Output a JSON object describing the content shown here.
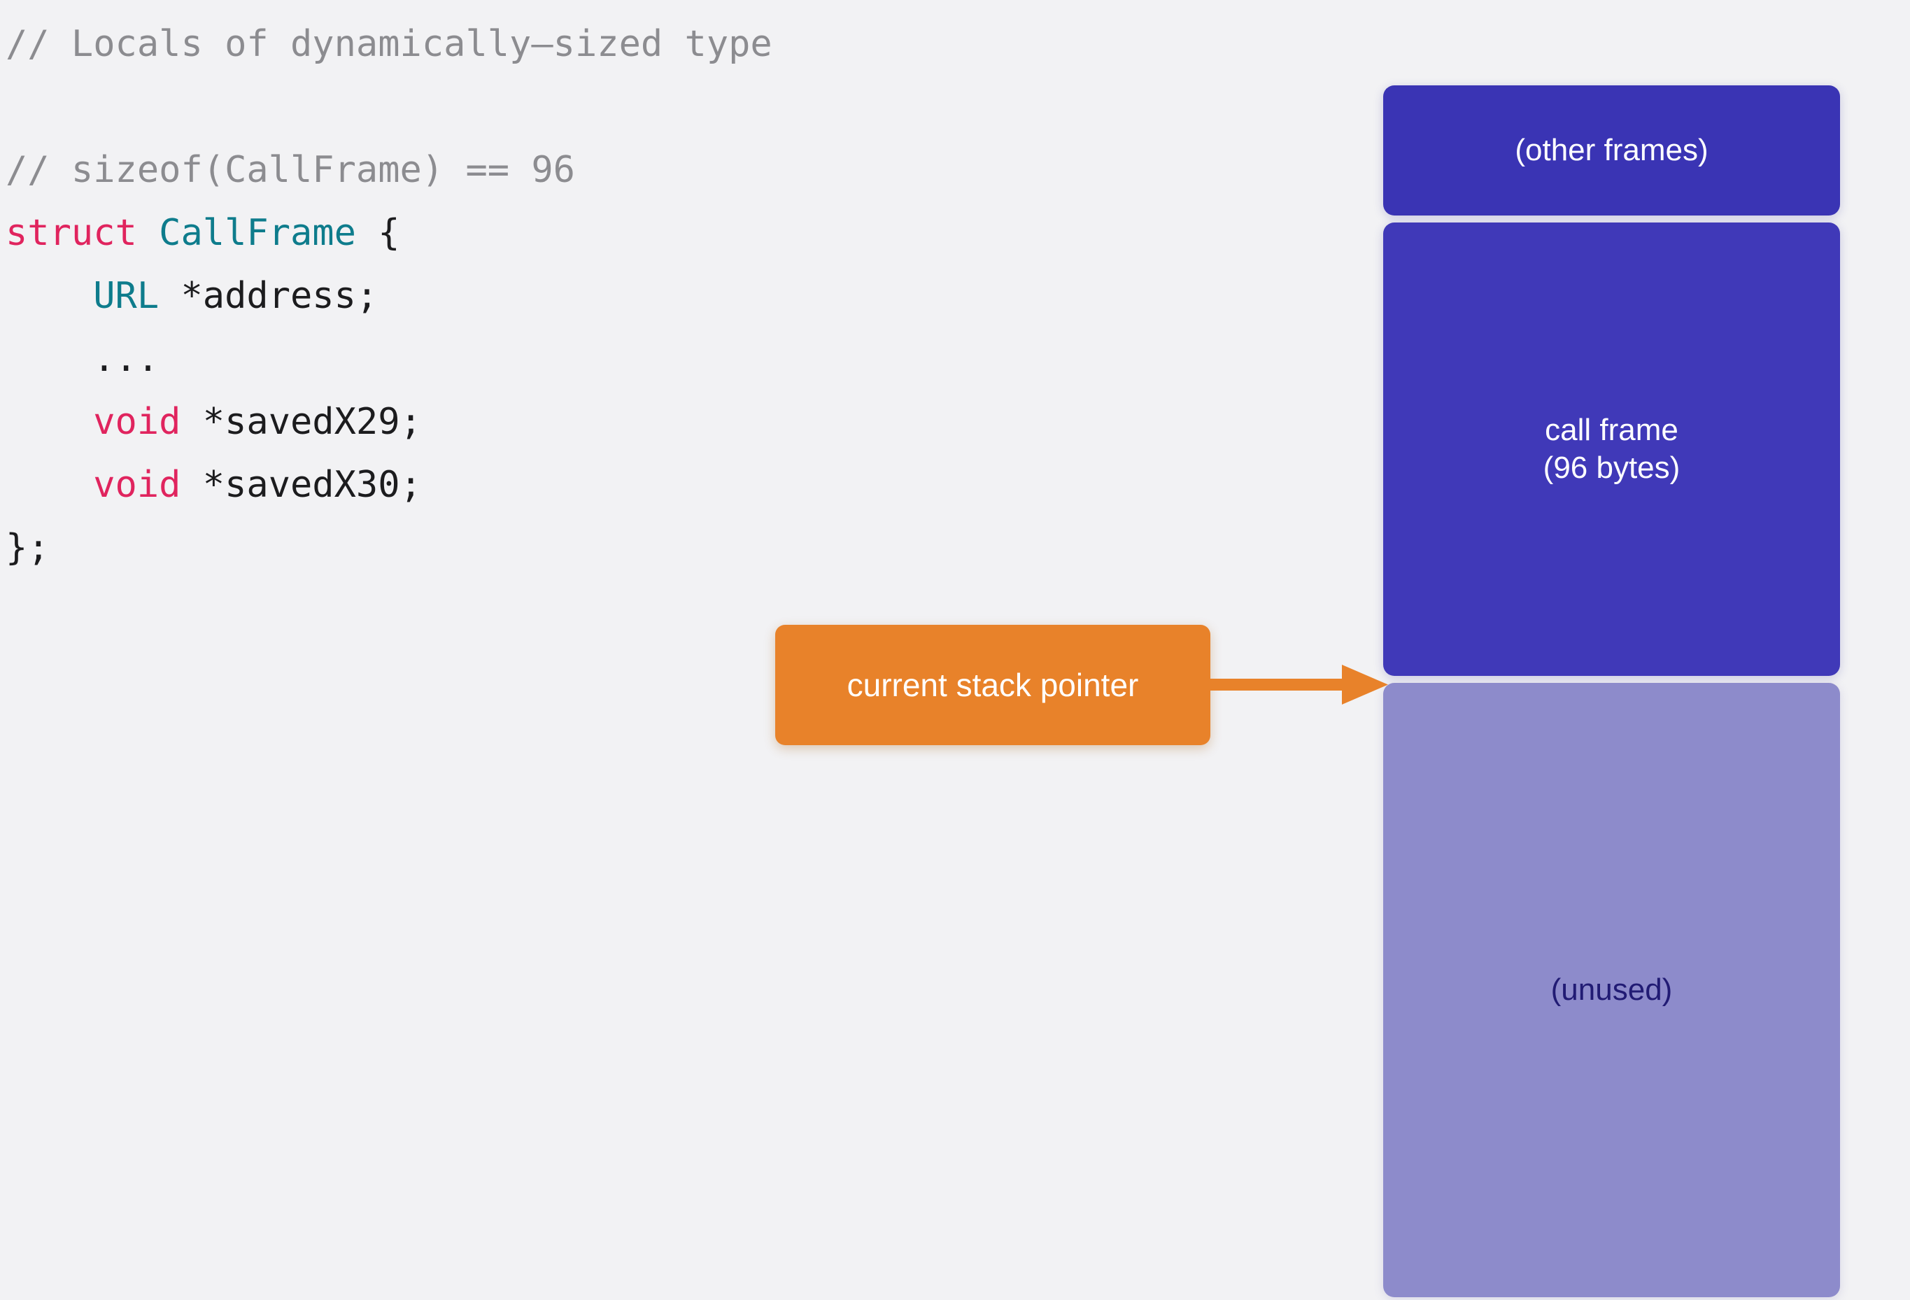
{
  "background_color": "#f2f2f4",
  "code": {
    "lines": [
      {
        "segments": [
          {
            "text": "// Locals of dynamically–sized type",
            "cls": "tok-comment"
          }
        ]
      },
      {
        "blank": true
      },
      {
        "segments": [
          {
            "text": "// sizeof(CallFrame) == 96",
            "cls": "tok-comment"
          }
        ]
      },
      {
        "segments": [
          {
            "text": "struct",
            "cls": "tok-keyword"
          },
          {
            "text": " ",
            "cls": "tok-plain"
          },
          {
            "text": "CallFrame",
            "cls": "tok-type"
          },
          {
            "text": " {",
            "cls": "tok-plain"
          }
        ]
      },
      {
        "segments": [
          {
            "text": "    ",
            "cls": "tok-plain"
          },
          {
            "text": "URL",
            "cls": "tok-type"
          },
          {
            "text": " *address;",
            "cls": "tok-plain"
          }
        ]
      },
      {
        "segments": [
          {
            "text": "    ...",
            "cls": "tok-plain"
          }
        ]
      },
      {
        "segments": [
          {
            "text": "    ",
            "cls": "tok-plain"
          },
          {
            "text": "void",
            "cls": "tok-keyword"
          },
          {
            "text": " *savedX29;",
            "cls": "tok-plain"
          }
        ]
      },
      {
        "segments": [
          {
            "text": "    ",
            "cls": "tok-plain"
          },
          {
            "text": "void",
            "cls": "tok-keyword"
          },
          {
            "text": " *savedX30;",
            "cls": "tok-plain"
          }
        ]
      },
      {
        "segments": [
          {
            "text": "};",
            "cls": "tok-plain"
          }
        ]
      }
    ],
    "colors": {
      "comment": "#8c8c90",
      "keyword": "#e0245e",
      "type": "#0e7c8c",
      "plain": "#1c1c1e"
    }
  },
  "stack_diagram": {
    "boxes": {
      "other_frames": {
        "label": "(other frames)",
        "color": "#3a34b4",
        "text_color": "#ffffff"
      },
      "call_frame": {
        "label_line1": "call frame",
        "label_line2": "(96 bytes)",
        "color": "#4039b8",
        "text_color": "#ffffff"
      },
      "unused": {
        "label": "(unused)",
        "color": "#8d8bcb",
        "text_color": "#211b74"
      }
    }
  },
  "callout": {
    "label": "current stack pointer",
    "color": "#e8822a",
    "text_color": "#ffffff",
    "arrow_color": "#e8822a"
  }
}
